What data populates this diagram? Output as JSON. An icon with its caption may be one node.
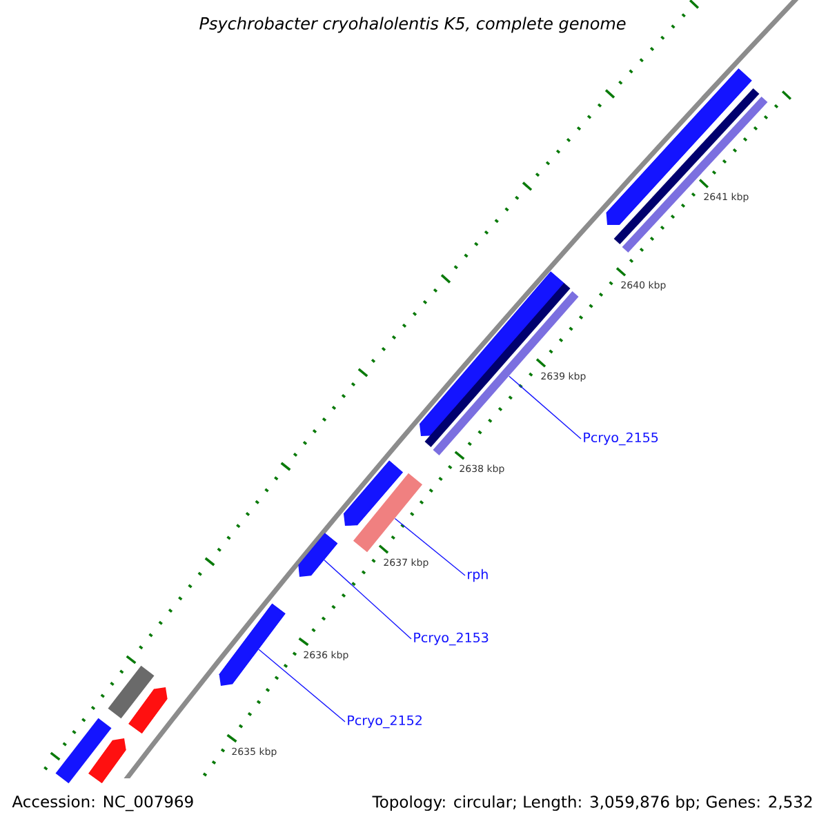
{
  "diagram": {
    "title": "Psychrobacter cryohalolentis K5, complete genome",
    "nodes": [
      {
        "text": [],
        "shape": "arrow"
      },
      {
        "text": [],
        "shape": "bar"
      },
      {
        "text": [],
        "shape": "bar"
      },
      {
        "text": [],
        "shape": "arrow"
      },
      {
        "text": [],
        "shape": "bar"
      },
      {
        "text": [],
        "shape": "bar"
      },
      {
        "text": [
          "Pcryo_2155"
        ]
      },
      {
        "text": [],
        "shape": "arrow"
      },
      {
        "text": [],
        "shape": "bar"
      },
      {
        "text": [
          "rph"
        ]
      },
      {
        "text": [],
        "shape": "arrow"
      },
      {
        "text": [
          "Pcryo_2153"
        ]
      },
      {
        "text": [],
        "shape": "arrow"
      },
      {
        "text": [
          "Pcryo_2152"
        ]
      },
      {
        "text": [],
        "shape": "box"
      },
      {
        "text": [],
        "shape": "arrow"
      },
      {
        "text": [],
        "shape": "bar"
      },
      {
        "text": [],
        "shape": "arrow"
      }
    ],
    "edges": [
      {
        "from": 6,
        "to": 5,
        "arrow": "none"
      },
      {
        "from": 9,
        "to": 8,
        "arrow": "none"
      },
      {
        "from": 11,
        "to": 10,
        "arrow": "none"
      },
      {
        "from": 13,
        "to": 12,
        "arrow": "none"
      }
    ],
    "labels": [
      "2641 kbp",
      "2640 kbp",
      "2639 kbp",
      "2638 kbp",
      "2637 kbp",
      "2636 kbp",
      "2635 kbp",
      "Accession: NC_007969",
      "Topology: circular; Length: 3,059,876 bp; Genes: 2,532"
    ]
  }
}
